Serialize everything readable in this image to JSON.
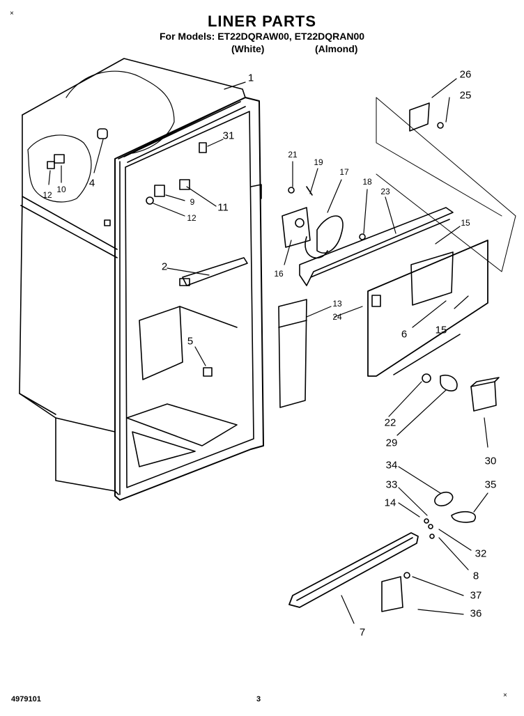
{
  "header": {
    "title": "LINER PARTS",
    "models": "For Models: ET22DQRAW00, ET22DQRAN00",
    "color_white": "(White)",
    "color_almond": "(Almond)"
  },
  "callouts": [
    {
      "id": "1",
      "label": "1"
    },
    {
      "id": "2",
      "label": "2"
    },
    {
      "id": "4",
      "label": "4"
    },
    {
      "id": "5",
      "label": "5"
    },
    {
      "id": "6",
      "label": "6"
    },
    {
      "id": "7",
      "label": "7"
    },
    {
      "id": "8",
      "label": "8"
    },
    {
      "id": "9",
      "label": "9"
    },
    {
      "id": "10",
      "label": "10"
    },
    {
      "id": "11",
      "label": "11"
    },
    {
      "id": "12a",
      "label": "12"
    },
    {
      "id": "12b",
      "label": "12"
    },
    {
      "id": "13",
      "label": "13"
    },
    {
      "id": "14",
      "label": "14"
    },
    {
      "id": "15a",
      "label": "15"
    },
    {
      "id": "15b",
      "label": "15"
    },
    {
      "id": "16",
      "label": "16"
    },
    {
      "id": "17",
      "label": "17"
    },
    {
      "id": "18",
      "label": "18"
    },
    {
      "id": "19",
      "label": "19"
    },
    {
      "id": "21",
      "label": "21"
    },
    {
      "id": "22",
      "label": "22"
    },
    {
      "id": "23",
      "label": "23"
    },
    {
      "id": "24",
      "label": "24"
    },
    {
      "id": "25",
      "label": "25"
    },
    {
      "id": "26",
      "label": "26"
    },
    {
      "id": "29",
      "label": "29"
    },
    {
      "id": "30",
      "label": "30"
    },
    {
      "id": "31",
      "label": "31"
    },
    {
      "id": "32",
      "label": "32"
    },
    {
      "id": "33",
      "label": "33"
    },
    {
      "id": "34",
      "label": "34"
    },
    {
      "id": "35",
      "label": "35"
    },
    {
      "id": "36",
      "label": "36"
    },
    {
      "id": "37",
      "label": "37"
    }
  ],
  "footer": {
    "doc_number": "4979101",
    "page_number": "3"
  },
  "corner_marks": {
    "top_left": "×",
    "bottom_right": "×"
  }
}
